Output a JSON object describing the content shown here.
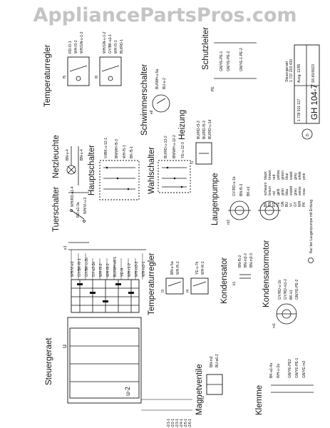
{
  "watermark": "AppliancePartsPros.com",
  "sections": {
    "steuergeraet": "Steuergeraet",
    "magnetventile": "Magnetventile",
    "klemme": "Klemme",
    "temperaturregler_lower": "Temperaturregler",
    "kondensator": "Kondensator",
    "kondensatormotor": "Kondensatormotor",
    "tuerschalter": "Tuerschalter",
    "netzleuchte": "Netzleuchte",
    "hauptschalter": "Hauptschalter",
    "wahlschalter": "Wahlschalter",
    "laugenpumpe": "Laugenpumpe",
    "schwimmerschalter": "Schwimmerschalter",
    "heizung": "Heizung",
    "temperaturregler_upper": "Temperaturregler",
    "schutzleiter": "Schutzleiter"
  },
  "components": {
    "u": "u",
    "u2": "u-2",
    "x2": "x2",
    "k1": "k1",
    "m3": "m3",
    "m1": "m1",
    "e1": "e1",
    "f1": "f1",
    "f3": "f3",
    "f4": "f4",
    "f5": "f5",
    "f6": "f6",
    "e6": "e6",
    "r1": "r1",
    "pe": "PE"
  },
  "steuergeraet_pins": [
    "-2/1-1",
    "-2/2-1",
    "-2/3-1",
    "-2/4-1",
    "-2/5-1",
    "-2/6-1"
  ],
  "wire_labels": {
    "controller_right": [
      "WH/VI-e1",
      "GY/BK-f6-1",
      "GY/BK-u-2b",
      "GY-a3-2e",
      "WH-f5-2",
      "WH-f5-2",
      "BU/WH-e6-1",
      "YE-f4",
      "WH-r1-2",
      "WH-m3-2",
      "WH-m3-1"
    ],
    "tuerschalter": [
      "WH/RD-a1-4",
      "RD-a1-3a",
      "WH/VI-u-2"
    ],
    "netzleuchte": [
      "BN-u-4",
      "BN-u-4"
    ],
    "hauptschalter": [
      "VI/BK-u-12-1",
      "BN/WH-f5-3",
      "WH-f5-1",
      "BK-f5-1"
    ],
    "wahlschalter": [
      "BU/RD-u-12-2",
      "BN/WH-u-12-2",
      "YE-u-12-3"
    ],
    "laugenpumpe": [
      "GY/RD-u-1b",
      "BN-f5-3",
      "BK-k1"
    ],
    "kondensator": [
      "BN-f5-2",
      "BN-m3-2",
      "BN-m3-3"
    ],
    "kondensatormotor": [
      "GY/RD-u-1b",
      "GY/RD-m1-2",
      "BK-k1",
      "GN/YE-PE-2"
    ],
    "temperaturregler_lower": [
      "BN-u-5a",
      "WH-f5-2",
      "YE-u-7b",
      "WH-f6-2"
    ],
    "magnetventile": [
      "BN-m3",
      "BU-a6-2"
    ],
    "klemme": [
      "BK-a1-4a",
      "WH-u-2a",
      "GN/YE-PE2",
      "GN/YE-PE-1",
      "GN/YE-m3"
    ],
    "heizung": [
      "BU/RD-f3-3",
      "BU/RD-f5-3",
      "BU/RD-u-1d"
    ],
    "schutzleiter": [
      "GN/YE-PE-1",
      "GN/YE-PE-2",
      "GN/YE-1-PE-2"
    ],
    "schwimmer": [
      "BU/WH-u-5a",
      "BU-u-2"
    ],
    "temperaturregler_upper": [
      "RD-f3-1",
      "WH-f3-2",
      "WH/GN-u-1-2",
      "WH/GN-u-1-2",
      "GY/BK-a1-1",
      "WH-f3-1",
      "BU/RD-1"
    ]
  },
  "color_legend": [
    {
      "code": "BK",
      "de": "schwarz",
      "en": "black"
    },
    {
      "code": "BN",
      "de": "braun",
      "en": "brown"
    },
    {
      "code": "RD",
      "de": "rot",
      "en": "red"
    },
    {
      "code": "YE",
      "de": "gelb",
      "en": "yellow"
    },
    {
      "code": "GN",
      "de": "grün",
      "en": "green"
    },
    {
      "code": "BU",
      "de": "blau",
      "en": "blue"
    },
    {
      "code": "VI",
      "de": "violett",
      "en": "violet"
    },
    {
      "code": "GY",
      "de": "grau",
      "en": "grey"
    },
    {
      "code": "WH",
      "de": "weiss",
      "en": "white"
    },
    {
      "code": "PK",
      "de": "rosa",
      "en": "pink"
    }
  ],
  "footnote": "Nur bei Laugenpumpe mit Erdung",
  "title_block": {
    "model": "GH 104-7",
    "part_no": "1 739 911 117",
    "revision": "Ausg. 11/95",
    "drawing_no": "S6-60/0023",
    "steuergeraet_label": "Steuergeraet",
    "steuergeraet_part": "1 737 203 430"
  },
  "colors": {
    "ink": "#111111",
    "watermark": "#c4c4c4",
    "background": "#ffffff"
  }
}
